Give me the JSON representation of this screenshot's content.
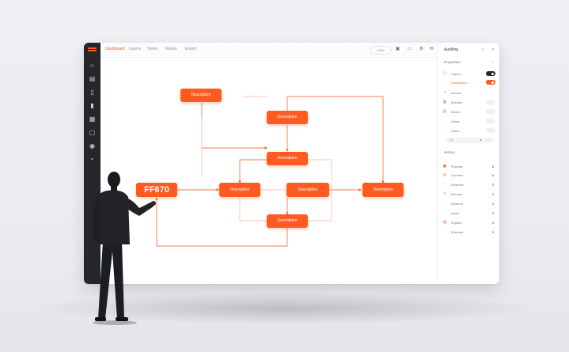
{
  "toolbar": {
    "tabs": [
      "Dashboard",
      "Layers",
      "Views",
      "Nodes",
      "Export"
    ],
    "zoom_pill": "100%"
  },
  "flow": {
    "nodes": {
      "top_left": "Description",
      "top_center": "Description",
      "middle_center": "Description",
      "start": "FF670",
      "left_center": "Description",
      "right_center": "Description",
      "far_right": "Description",
      "bottom_center": "Description"
    }
  },
  "panel": {
    "title": "Auditing",
    "section_properties": "Properties",
    "properties": [
      {
        "label": "Layers",
        "control": "toggle-dark"
      },
      {
        "label": "Description",
        "control": "toggle-orange"
      },
      {
        "label": "Arrows",
        "control": "none"
      },
      {
        "label": "Borders",
        "control": "toggle"
      },
      {
        "label": "Nodes",
        "control": "toggle"
      },
      {
        "label": "Views",
        "control": "toggle"
      },
      {
        "label": "Notes",
        "control": "toggle"
      }
    ],
    "segment": [
      "1:1",
      "",
      "",
      "",
      "",
      "",
      ""
    ],
    "section_history": "History",
    "history": [
      {
        "label": "Process",
        "value": "8"
      },
      {
        "label": "Connect",
        "value": "6"
      },
      {
        "label": "Describe",
        "value": "3"
      },
      {
        "label": "Reorder",
        "value": "3"
      },
      {
        "label": "Observe",
        "value": "3"
      },
      {
        "label": "Insert",
        "value": "3"
      },
      {
        "label": "Expand",
        "value": "3"
      },
      {
        "label": "Finished",
        "value": "3"
      }
    ]
  },
  "colors": {
    "accent": "#ff5a1f",
    "sidebar": "#23262b"
  }
}
